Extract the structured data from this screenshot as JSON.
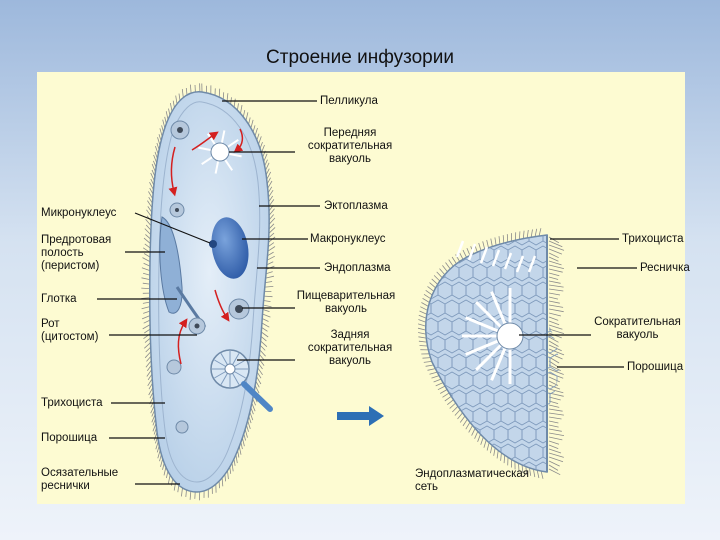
{
  "title": "Строение инфузории",
  "labels": {
    "pellicle": "Пелликула",
    "front_vacuole": [
      "Передняя",
      "сократительная",
      "вакуоль"
    ],
    "ectoplasm": "Эктоплазма",
    "macronucleus": "Макронуклеус",
    "endoplasm": "Эндоплазма",
    "digestive_vacuole": [
      "Пищеварительная",
      "вакуоль"
    ],
    "rear_vacuole": [
      "Задняя",
      "сократительная",
      "вакуоль"
    ],
    "micronucleus": "Микронуклеус",
    "peristome": [
      "Предротовая",
      "полость",
      "(перистом)"
    ],
    "pharynx": "Глотка",
    "mouth": [
      "Рот",
      "(цитостом)"
    ],
    "trichocyst_left": "Трихоциста",
    "pore_left": "Порошица",
    "cilia_tactile": [
      "Осязательные",
      "реснички"
    ],
    "trichocyst_right": "Трихоциста",
    "cilium": "Ресничка",
    "contractile_vacuole_right": [
      "Сократительная",
      "вакуоль"
    ],
    "pore_right": "Порошица",
    "er": [
      "Эндоплазматическая",
      "сеть"
    ]
  },
  "colors": {
    "panel": "#fdfbd2",
    "cell_fill": "#c6dcef",
    "cell_stroke": "#6f8aa8",
    "nucleus": "#3f6fb8",
    "arrow_red": "#d42020",
    "arrow_blue": "#2d6fb5"
  }
}
